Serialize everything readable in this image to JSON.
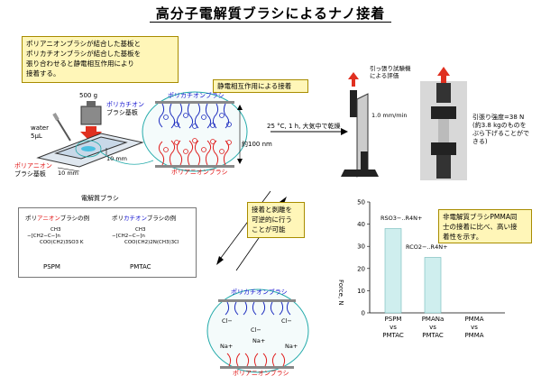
{
  "title": "高分子電解質ブラシによるナノ接着",
  "intro_note": [
    "ポリアニオンブラシが結合した基板と",
    "ポリカチオンブラシが結合した基板を",
    "張り合わせると静電相互作用により",
    "接着する。"
  ],
  "setup": {
    "weight": "500 g",
    "polycation_label_1": "ポリカチオン",
    "polycation_label_2": "ブラシ基板",
    "water_1": "water",
    "water_2": "5μL",
    "dim_10mm": "10 mm",
    "dim_10mm_b": "10 mm",
    "polyanion_label_1": "ポリアニオン",
    "polyanion_label_2": "ブラシ基板"
  },
  "electrostatic_label": "静電相互作用による接着",
  "center_top_brush": "ポリカチオンブラシ",
  "center_bottom_brush": "ポリアニオンブラシ",
  "thickness": "約100 nm",
  "condition": "25 °C, 1 h, 大気中で乾燥",
  "tensile_note_1": "引っ張り試験機",
  "tensile_note_2": "による評価",
  "speed": "1.0 mm/min",
  "strength": [
    "引張り強度=38 N",
    "(約3.8 kgのものを",
    "ぶら下げることがで",
    "きる)"
  ],
  "electrolyte_title": "電解質ブラシ",
  "anion_example": [
    "ポリ",
    "アニオン",
    "ブラシの例"
  ],
  "cation_example": [
    "ポリ",
    "カチオン",
    "ブラシの例"
  ],
  "pspm_formula": [
    "CH3",
    "−[CH2−C−]n",
    "COO(CH2)3SO3",
    "K"
  ],
  "pmtac_formula": [
    "CH3",
    "−[CH2−C−]n",
    "COO(CH2)2N(CH3)3Cl"
  ],
  "pspm": "PSPM",
  "pmtac": "PMTAC",
  "reversible_note": [
    "接着と剥離を",
    "可逆的に行う",
    "ことが可能"
  ],
  "bottom_top_brush": "ポリカチオンブラシ",
  "bottom_bottom_brush": "ポリアニオンブラシ",
  "ions": {
    "cl": "Cl−",
    "na": "Na+"
  },
  "comparison_note": [
    "非電解質ブラシPMMA同",
    "士の接着に比べ、高い接",
    "着性を示す。"
  ],
  "chart_data": {
    "type": "bar",
    "categories": [
      "PSPM vs PMTAC",
      "PMANa vs PMTAC",
      "PMMA vs PMMA"
    ],
    "category_lines": [
      [
        "PSPM",
        "vs",
        "PMTAC"
      ],
      [
        "PMANa",
        "vs",
        "PMTAC"
      ],
      [
        "PMMA",
        "vs",
        "PMMA"
      ]
    ],
    "values": [
      38,
      25,
      0
    ],
    "ylabel": "Force, N",
    "ylim": [
      0,
      50
    ],
    "yticks": [
      0,
      10,
      20,
      30,
      40,
      50
    ],
    "annotations": [
      "RSO3−..R4N+",
      "RCO2−..R4N+"
    ],
    "bar_color": "#cfeeee",
    "bar_edge": "#6fb8b8"
  }
}
